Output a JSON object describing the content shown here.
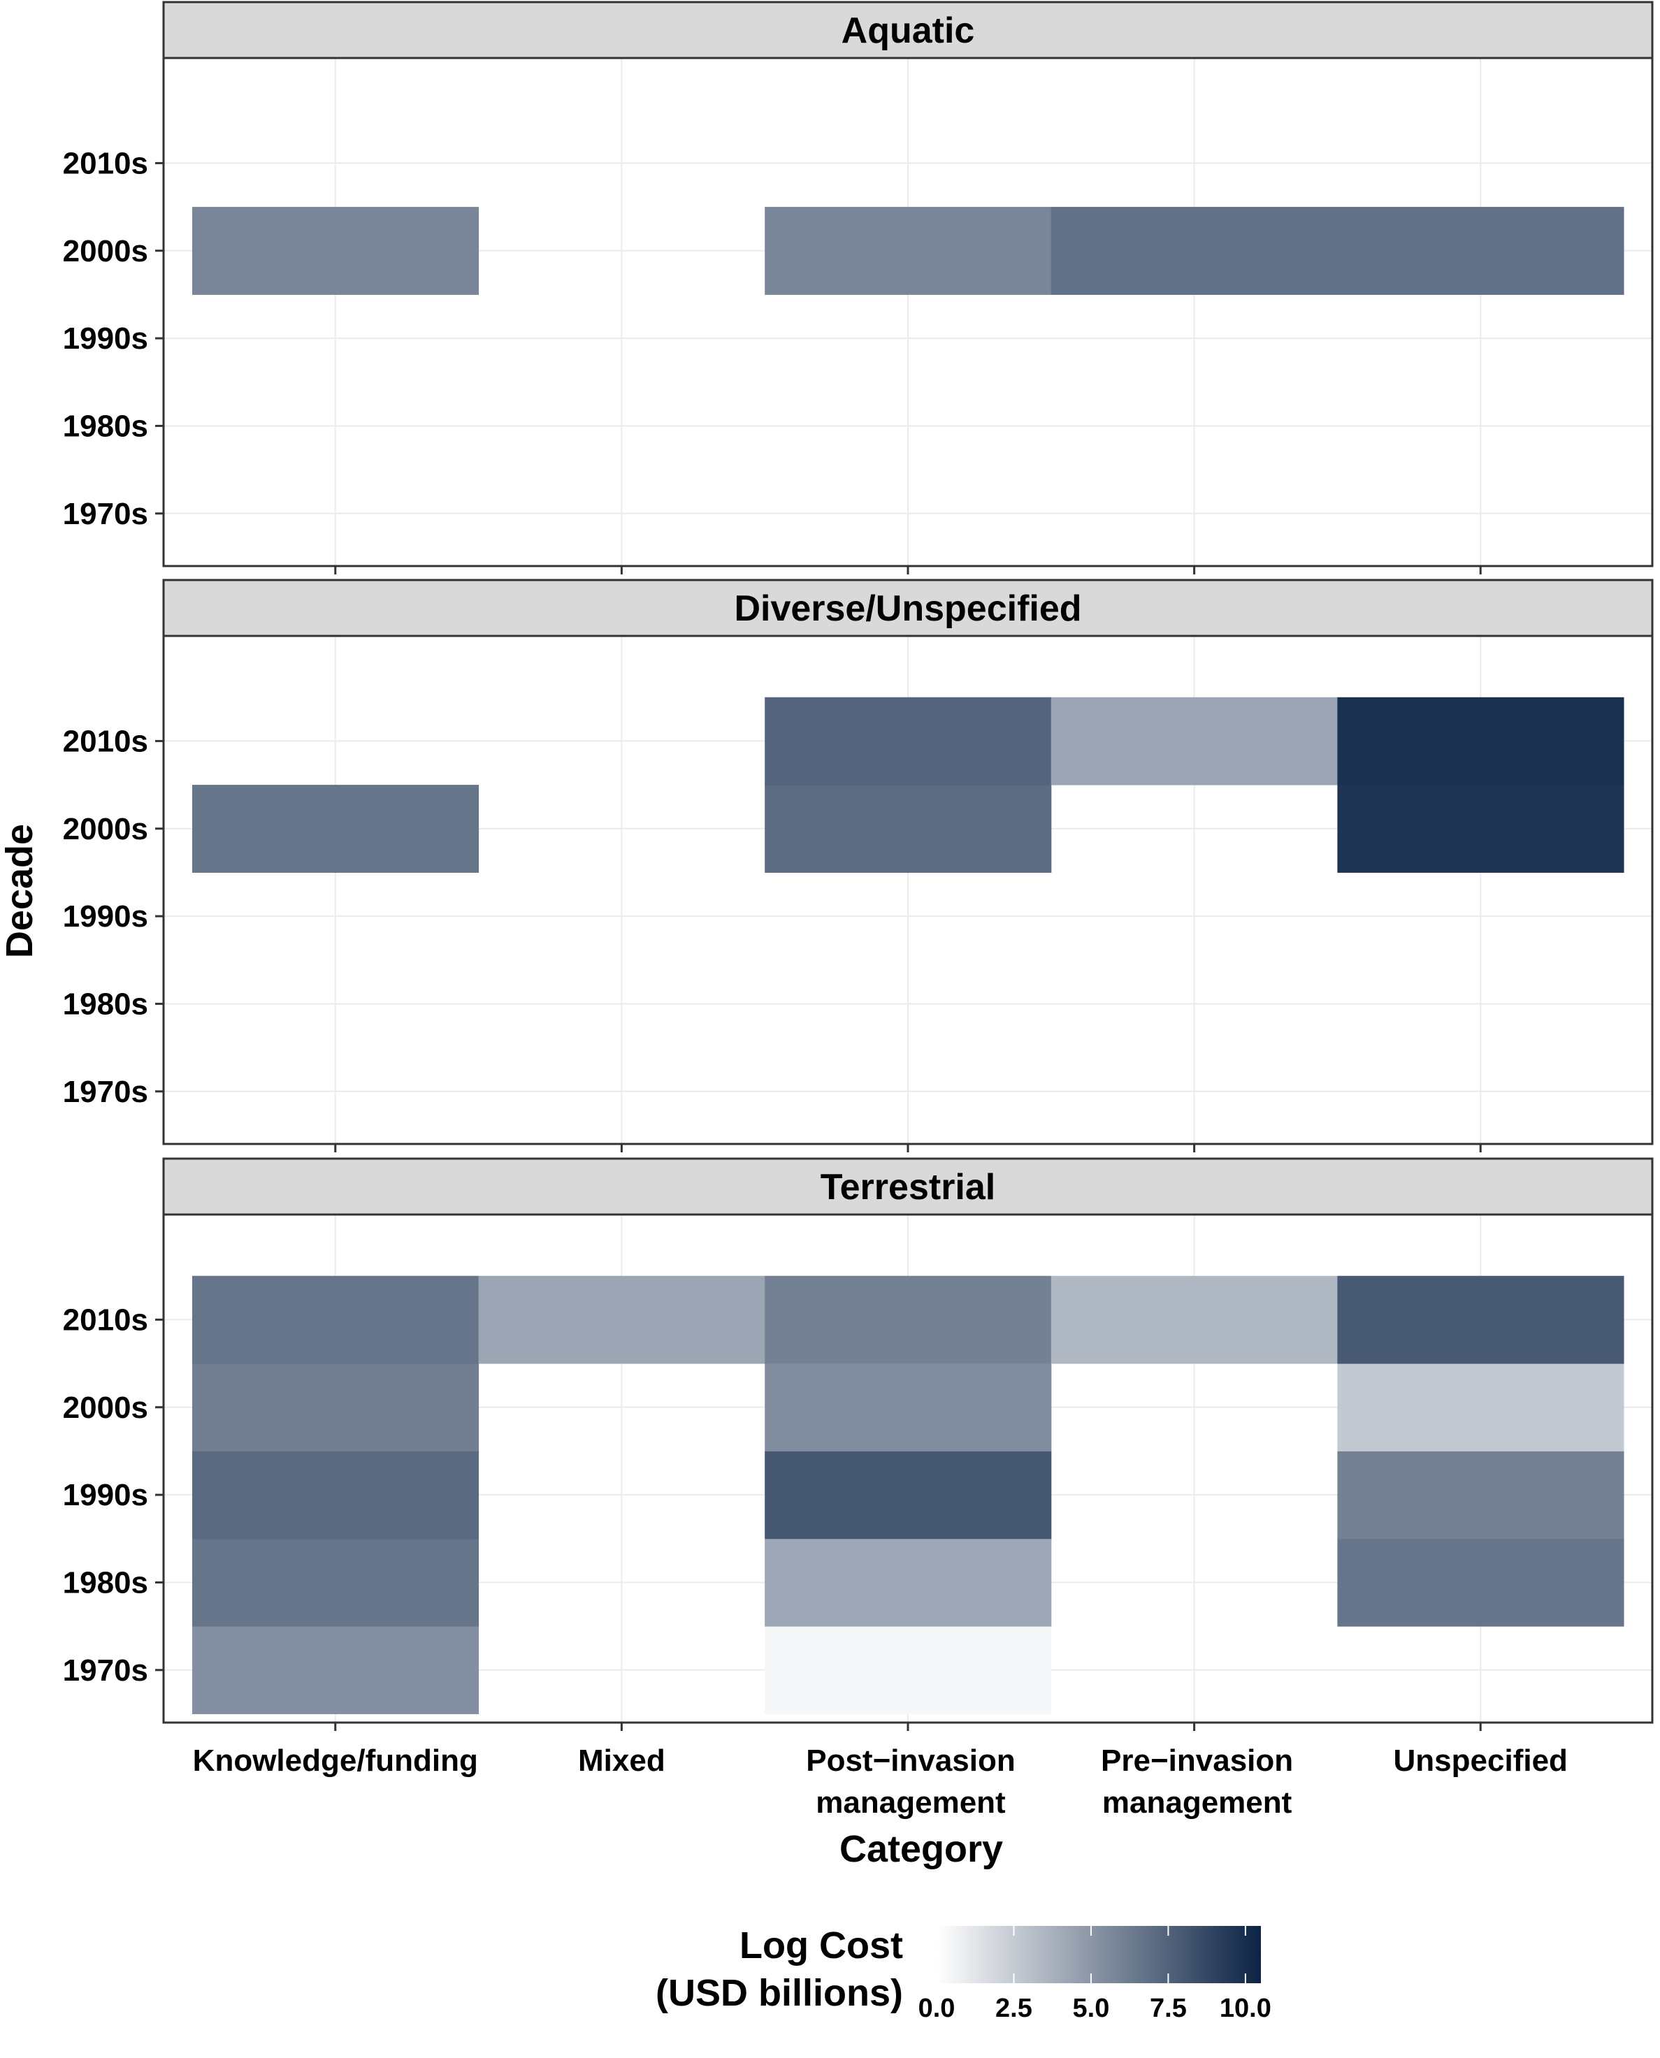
{
  "chart_data": {
    "type": "heatmap",
    "xlabel": "Category",
    "ylabel": "Decade",
    "categories": [
      "Knowledge/funding",
      "Mixed",
      "Post−invasion management",
      "Pre−invasion management",
      "Unspecified"
    ],
    "category_labels": [
      [
        "Knowledge/funding"
      ],
      [
        "Mixed"
      ],
      [
        "Post−invasion",
        "management"
      ],
      [
        "Pre−invasion",
        "management"
      ],
      [
        "Unspecified"
      ]
    ],
    "decades": [
      "1970s",
      "1980s",
      "1990s",
      "2000s",
      "2010s"
    ],
    "facets": [
      {
        "name": "Aquatic",
        "cells": [
          {
            "category": "Knowledge/funding",
            "decade": "2000s",
            "value": 5.8
          },
          {
            "category": "Post−invasion management",
            "decade": "2000s",
            "value": 5.8
          },
          {
            "category": "Pre−invasion management",
            "decade": "2000s",
            "value": 6.8
          },
          {
            "category": "Unspecified",
            "decade": "2000s",
            "value": 6.8
          }
        ]
      },
      {
        "name": "Diverse/Unspecified",
        "cells": [
          {
            "category": "Knowledge/funding",
            "decade": "2000s",
            "value": 6.6
          },
          {
            "category": "Post−invasion management",
            "decade": "2000s",
            "value": 7.0
          },
          {
            "category": "Post−invasion management",
            "decade": "2010s",
            "value": 7.4
          },
          {
            "category": "Pre−invasion management",
            "decade": "2010s",
            "value": 4.3
          },
          {
            "category": "Unspecified",
            "decade": "2000s",
            "value": 9.7
          },
          {
            "category": "Unspecified",
            "decade": "2010s",
            "value": 9.9
          }
        ]
      },
      {
        "name": "Terrestrial",
        "cells": [
          {
            "category": "Knowledge/funding",
            "decade": "1970s",
            "value": 5.3
          },
          {
            "category": "Knowledge/funding",
            "decade": "1980s",
            "value": 6.6
          },
          {
            "category": "Knowledge/funding",
            "decade": "1990s",
            "value": 7.1
          },
          {
            "category": "Knowledge/funding",
            "decade": "2000s",
            "value": 6.1
          },
          {
            "category": "Knowledge/funding",
            "decade": "2010s",
            "value": 6.6
          },
          {
            "category": "Mixed",
            "decade": "2010s",
            "value": 4.3
          },
          {
            "category": "Post−invasion management",
            "decade": "1970s",
            "value": 0.4
          },
          {
            "category": "Post−invasion management",
            "decade": "1980s",
            "value": 4.2
          },
          {
            "category": "Post−invasion management",
            "decade": "1990s",
            "value": 8.0
          },
          {
            "category": "Post−invasion management",
            "decade": "2000s",
            "value": 5.4
          },
          {
            "category": "Post−invasion management",
            "decade": "2010s",
            "value": 6.0
          },
          {
            "category": "Pre−invasion management",
            "decade": "2010s",
            "value": 3.4
          },
          {
            "category": "Unspecified",
            "decade": "1980s",
            "value": 6.6
          },
          {
            "category": "Unspecified",
            "decade": "1990s",
            "value": 6.0
          },
          {
            "category": "Unspecified",
            "decade": "2000s",
            "value": 2.6
          },
          {
            "category": "Unspecified",
            "decade": "2010s",
            "value": 7.9
          }
        ]
      }
    ],
    "legend": {
      "title": [
        "Log Cost",
        "(USD billions)"
      ],
      "position": "bottom",
      "range": [
        0,
        10.5
      ],
      "ticks": [
        0,
        2.5,
        5,
        7.5,
        10
      ],
      "tick_labels": [
        "0.0",
        "2.5",
        "5.0",
        "7.5",
        "10.0"
      ],
      "low_color": "#ffffff",
      "high_color": "#0c2345"
    },
    "colors": {
      "strip_fill": "#d9d9d9",
      "grid": "#ebebeb",
      "panel_border": "#333333"
    },
    "grid": true
  }
}
